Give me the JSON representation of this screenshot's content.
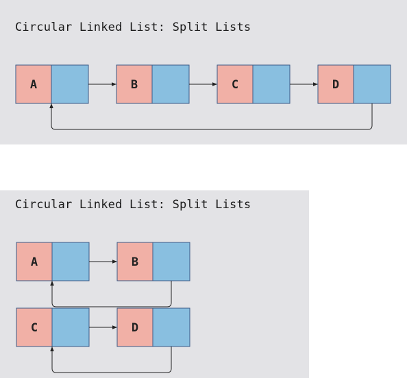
{
  "panels": [
    {
      "title": "Circular Linked List: Split Lists",
      "lists": [
        {
          "nodes": [
            "A",
            "B",
            "C",
            "D"
          ],
          "circular": true
        }
      ]
    },
    {
      "title": "Circular Linked List: Split Lists",
      "lists": [
        {
          "nodes": [
            "A",
            "B"
          ],
          "circular": true
        },
        {
          "nodes": [
            "C",
            "D"
          ],
          "circular": true
        }
      ]
    }
  ],
  "colors": {
    "panel_background": "#e3e3e6",
    "data_cell": "#f1b0a6",
    "pointer_cell": "#89bfe0",
    "cell_border": "#3b5a86",
    "arrow": "#222222"
  }
}
